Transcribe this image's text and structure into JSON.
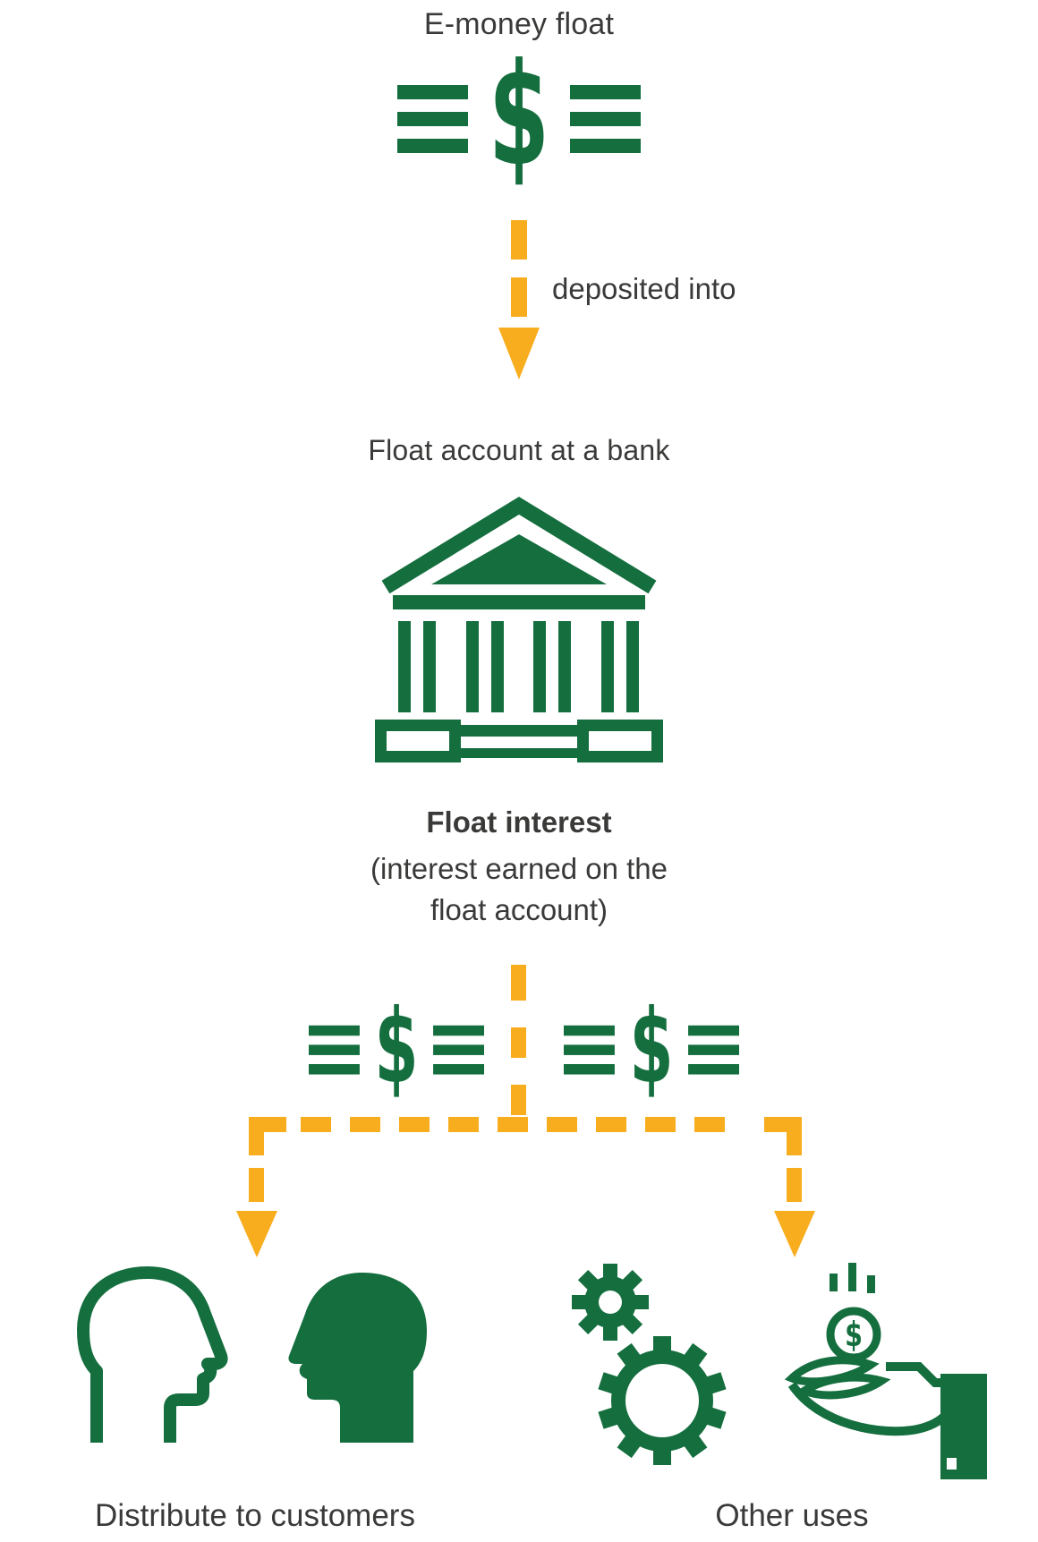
{
  "colors": {
    "green": "#146E3E",
    "yellow": "#F8AD1E",
    "text": "#3A3A39",
    "background": "#FFFFFF"
  },
  "flow": {
    "emoney": {
      "label": "E-money float"
    },
    "deposit_arrow": {
      "label": "deposited into"
    },
    "float_account": {
      "label": "Float account at a bank"
    },
    "float_interest": {
      "title": "Float interest",
      "subtitle_line1": "(interest earned on the",
      "subtitle_line2": "float account)"
    },
    "left_branch": {
      "label": "Distribute to customers"
    },
    "right_branch": {
      "label": "Other uses"
    }
  },
  "icons": {
    "money_symbol": "$",
    "coin_symbol": "$",
    "names": [
      "money-icon",
      "down-arrow-icon",
      "bank-icon",
      "branch-arrows-icon",
      "customers-icon",
      "gears-icon",
      "hand-coin-icon"
    ]
  }
}
